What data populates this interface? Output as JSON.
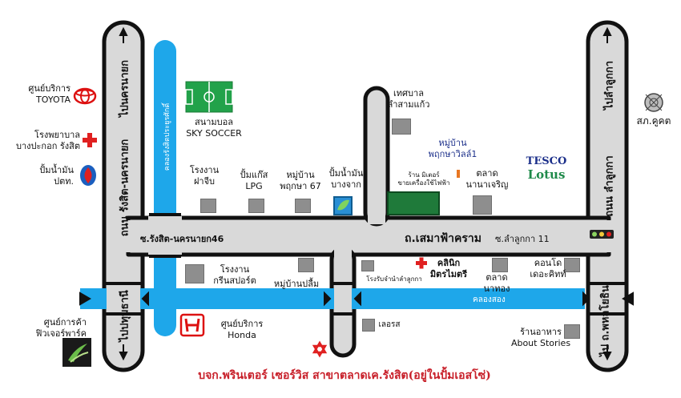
{
  "roads": {
    "left_vertical_top": "ไปนครนายก",
    "left_vertical_mid": "ถนน รังสิต-นครนายก",
    "left_vertical_bottom": "ไปปทุมธานี",
    "right_vertical_top": "ไปลำลูกกา",
    "right_vertical_mid": "ถนน ลำลูกกา",
    "right_vertical_bottom": "ไป ถ.พหลโยธิน",
    "soi_left": "ซ.รังสิต-นครนายก46",
    "main_road": "ถ.เสมาฟ้าคราม",
    "soi_right": "ซ.ลำลูกกา 11"
  },
  "canals": {
    "vertical": "คลองรังสิตประยูรศักดิ์",
    "horizontal": "คลองสอง"
  },
  "places": {
    "toyota": "ศูนย์บริการ\nTOYOTA",
    "hospital": "โรงพยาบาล\nบางปะกอก รังสิต",
    "ptt": "ปั้มน้ำมัน\nปตท.",
    "future_park": "ศูนย์การค้า\nฟิวเจอร์พาร์ค",
    "sky_soccer": "สนามบอล\nSKY SOCCER",
    "factory_top": "โรงงาน\nฝาจีบ",
    "lpg": "ปั้มแก๊ส\nLPG",
    "village67": "หมู่บ้าน\nพฤกษา 67",
    "bangchak": "ปั้มน้ำมัน\nบางจาก",
    "municipality": "เทศบาล\nลำสามแก้ว",
    "village_villa": "หมู่บ้าน\nพฤกษาวิลล์1",
    "shop": "ร้าน มิเตอร์\nขายเครื่องใช้ไฟฟ้า",
    "market_nana": "ตลาด\nนานาเจริญ",
    "tesco_1": "TESCO",
    "tesco_2": "Lotus",
    "police": "สภ.คูคต",
    "factory_green": "โรงงาน\nกรีนสปอร์ต",
    "village_plum": "หมู่บ้านปลื้ม",
    "honda": "ศูนย์บริการ\nHonda",
    "clinic": "คลินิก\nมิตรไมตรี",
    "small_shop": "โรงรับจำนำลำลูกกา",
    "market_nathong": "ตลาด\nนาทอง",
    "condo": "คอนโด\nเดอะคิทท์",
    "restaurant": "ร้านอาหาร\nAbout Stories",
    "lotus_s": "เลอรส"
  },
  "footer": "บจก.พรินเตอร์ เซอร์วิส สาขาตลาดเค.รังสิต(อยู่ในปั้มเอสโซ่)",
  "colors": {
    "road_fill": "#d9d9d9",
    "road_border": "#111111",
    "canal": "#1ea7ea",
    "star": "#e02020",
    "cross": "#e02020"
  }
}
